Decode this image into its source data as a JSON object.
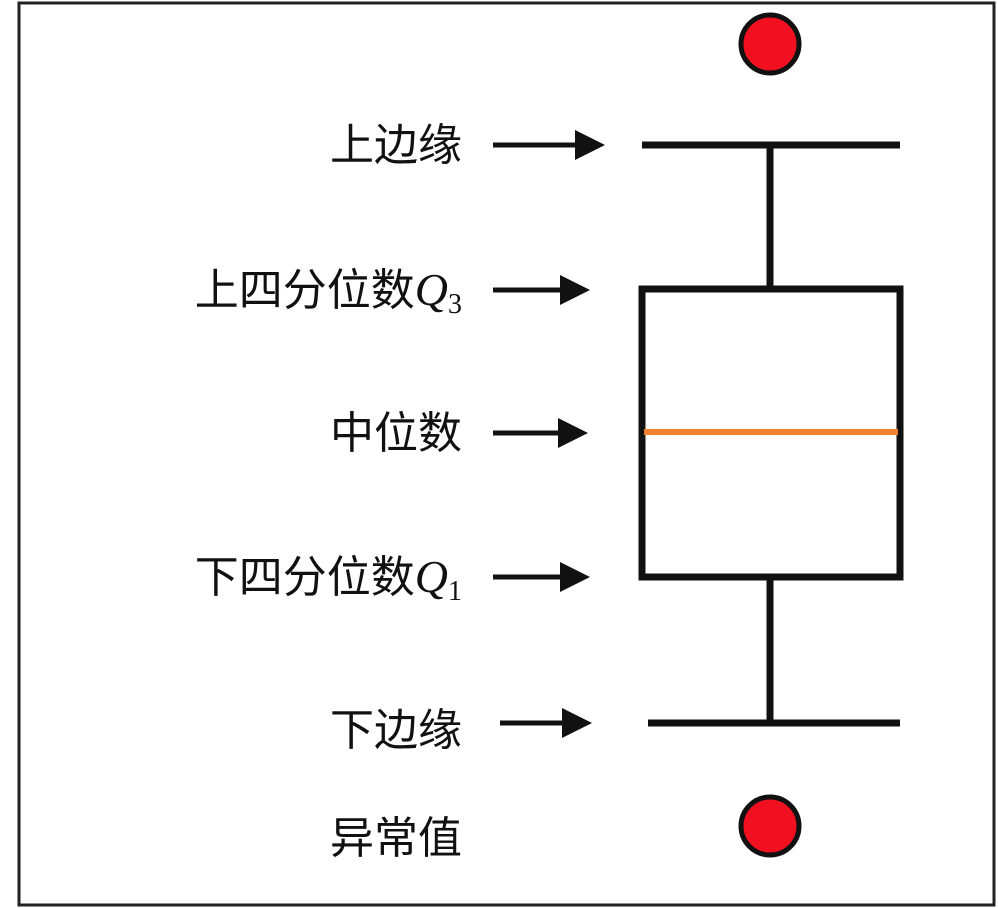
{
  "labels": {
    "upper_whisker": "上边缘",
    "q3_prefix": "上四分位数",
    "q3_symbol": "Q",
    "q3_sub": "3",
    "median": "中位数",
    "q1_prefix": "下四分位数",
    "q1_symbol": "Q",
    "q1_sub": "1",
    "lower_whisker": "下边缘",
    "outlier": "异常值"
  },
  "colors": {
    "outlier_fill": "#f0101f",
    "median_line": "#f08030",
    "stroke": "#111111"
  }
}
